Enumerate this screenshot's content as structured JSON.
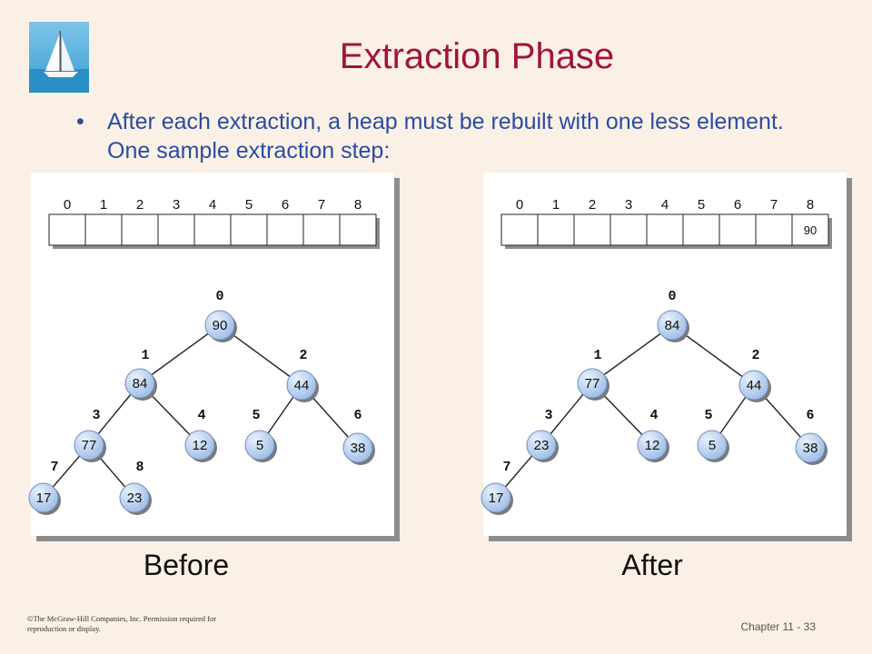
{
  "title": "Extraction Phase",
  "bullet": "After each extraction, a heap must be rebuilt with one less element. One sample extraction step:",
  "array_indices": [
    "0",
    "1",
    "2",
    "3",
    "4",
    "5",
    "6",
    "7",
    "8"
  ],
  "before": {
    "caption": "Before",
    "array_values": [
      "",
      "",
      "",
      "",
      "",
      "",
      "",
      "",
      ""
    ],
    "nodes": [
      {
        "index": "0",
        "value": "90"
      },
      {
        "index": "1",
        "value": "84"
      },
      {
        "index": "2",
        "value": "44"
      },
      {
        "index": "3",
        "value": "77"
      },
      {
        "index": "4",
        "value": "12"
      },
      {
        "index": "5",
        "value": "5"
      },
      {
        "index": "6",
        "value": "38"
      },
      {
        "index": "7",
        "value": "17"
      },
      {
        "index": "8",
        "value": "23"
      }
    ]
  },
  "after": {
    "caption": "After",
    "array_values": [
      "",
      "",
      "",
      "",
      "",
      "",
      "",
      "",
      "90"
    ],
    "nodes": [
      {
        "index": "0",
        "value": "84"
      },
      {
        "index": "1",
        "value": "77"
      },
      {
        "index": "2",
        "value": "44"
      },
      {
        "index": "3",
        "value": "23"
      },
      {
        "index": "4",
        "value": "12"
      },
      {
        "index": "5",
        "value": "5"
      },
      {
        "index": "6",
        "value": "38"
      },
      {
        "index": "7",
        "value": "17"
      }
    ]
  },
  "footer": {
    "copyright": "©The McGraw-Hill Companies, Inc. Permission required for reproduction or display.",
    "chapter": "Chapter 11 - 33"
  }
}
